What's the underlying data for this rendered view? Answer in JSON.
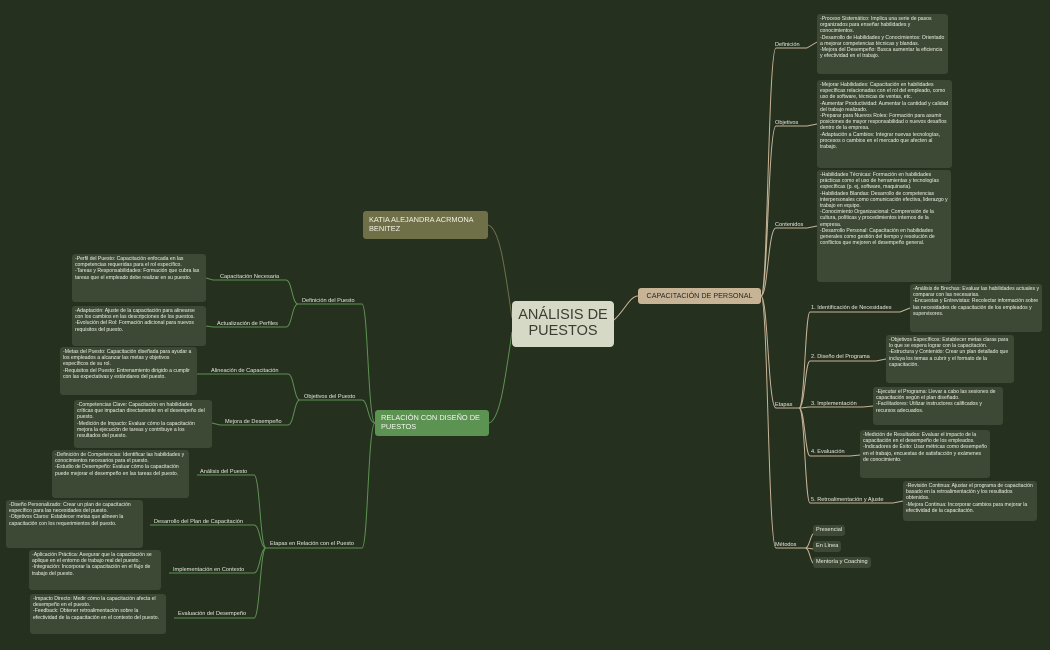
{
  "central": "ANÁLISIS DE PUESTOS",
  "author": "KATIA ALEJANDRA ACRMONA BENITEZ",
  "right": {
    "title": "CAPACITACIÓN DE PERSONAL",
    "definicion": {
      "label": "Definición",
      "text": "-Proceso Sistemático: Implica una serie de pasos organizados para enseñar habilidades y conocimientos.\n-Desarrollo de Habilidades y Conocimientos: Orientado a mejorar competencias técnicas y blandas.\n-Mejora del Desempeño: Busca aumentar la eficiencia y efectividad en el trabajo."
    },
    "objetivos": {
      "label": "Objetivos",
      "text": "-Mejorar Habilidades: Capacitación en habilidades específicas relacionadas con el rol del empleado, como uso de software, técnicas de ventas, etc.\n-Aumentar Productividad: Aumentar la cantidad y calidad del trabajo realizado.\n-Preparar para Nuevos Roles: Formación para asumir posiciones de mayor responsabilidad o nuevos desafíos dentro de la empresa.\n-Adaptación a Cambios: Integrar nuevas tecnologías, procesos o cambios en el mercado que afecten al trabajo."
    },
    "contenidos": {
      "label": "Contenidos",
      "text": "-Habilidades Técnicas: Formación en habilidades prácticas como el uso de herramientas y tecnologías específicas (p. ej, software, maquinaria).\n-Habilidades Blandas: Desarrollo de competencias interpersonales como comunicación efectiva, liderazgo y trabajo en equipo.\n-Conocimiento Organizacional: Comprensión de la cultura, políticas y procedimientos internos de la empresa.\n-Desarrollo Personal: Capacitación en habilidades generales como gestión del tiempo y resolución de conflictos que mejoren el desempeño general."
    },
    "etapas": {
      "label": "Etapas",
      "items": [
        {
          "label": "1. Identificación de Necesidades",
          "text": "-Análisis de Brechas: Evaluar las habilidades actuales y comparar con las necesarias.\n-Encuestas y Entrevistas: Recolectar información sobre las necesidades de capacitación de los empleados y supervisores."
        },
        {
          "label": "2. Diseño del Programa",
          "text": "-Objetivos Específicos: Establecer metas claras para lo que se espera lograr con la capacitación.\n-Estructura y Contenido: Crear un plan detallado que incluya los temas a cubrir y el formato de la capacitación."
        },
        {
          "label": "3. Implementación",
          "text": "-Ejecutar el Programa: Llevar a cabo las sesiones de capacitación según el plan diseñado.\n-Facilitadores: Utilizar instructores calificados y recursos adecuados."
        },
        {
          "label": "4. Evaluación",
          "text": "-Medición de Resultados: Evaluar el impacto de la capacitación en el desempeño de los empleados.\n-Indicadores de Éxito: Usar métricas como desempeño en el trabajo, encuestas de satisfacción y exámenes de conocimiento."
        },
        {
          "label": "5. Retroalimentación y Ajuste",
          "text": "-Revisión Continua: Ajustar el programa de capacitación basado en la retroalimentación y los resultados obtenidos.\n-Mejora Continua: Incorporar cambios para mejorar la efectividad de la capacitación."
        }
      ]
    },
    "metodos": {
      "label": "Métodos",
      "items": [
        "Presencial",
        "En Línea",
        "Mentoría y Coaching"
      ]
    }
  },
  "left": {
    "title": "RELACIÓN CON DISEÑO DE PUESTOS",
    "definicion_puesto": {
      "label": "Definición del Puesto",
      "capacitacion_necesaria": {
        "label": "Capacitación Necesaria",
        "text": "-Perfil del Puesto: Capacitación enfocada en las competencias requeridas para el rol específico.\n-Tareas y Responsabilidades: Formación que cubra las tareas que el empleado debe realizar en su puesto."
      },
      "actualizacion_perfiles": {
        "label": "Actualización de Perfiles",
        "text": "-Adaptación: Ajuste de la capacitación para alinearse con los cambios en las descripciones de los puestos.\n-Evolución del Rol: Formación adicional para nuevos requisitos del puesto."
      }
    },
    "objetivos_puesto": {
      "label": "Objetivos del Puesto",
      "alineacion": {
        "label": "Alineación de Capacitación",
        "text": "-Metas del Puesto: Capacitación diseñada para ayudar a los empleados a alcanzar las metas y objetivos específicos de su rol.\n-Requisitos del Puesto: Entrenamiento dirigido a cumplir con las expectativas y estándares del puesto."
      },
      "mejora": {
        "label": "Mejora de Desempeño",
        "text": "-Competencias Clave: Capacitación en habilidades críticas que impactan directamente en el desempeño del puesto.\n-Medición de Impacto: Evaluar cómo la capacitación mejora la ejecución de tareas y contribuye a los resultados del puesto."
      }
    },
    "etapas_relacion": {
      "label": "Etapas en Relación con el Puesto",
      "analisis": {
        "label": "Análisis del Puesto",
        "text": "-Definición de Competencias: Identificar las habilidades y conocimientos necesarios para el puesto.\n-Estudio de Desempeño: Evaluar cómo la capacitación puede mejorar el desempeño en las tareas del puesto."
      },
      "desarrollo": {
        "label": "Desarrollo del Plan de Capacitación",
        "text": "-Diseño Personalizado: Crear un plan de capacitación específico para las necesidades del puesto.\n-Objetivos Claros: Establecer metas que alineen la capacitación con los requerimientos del puesto."
      },
      "implementacion": {
        "label": "Implementación en Contexto",
        "text": "-Aplicación Práctica: Asegurar que la capacitación se aplique en el entorno de trabajo real del puesto.\n-Integración: Incorporar la capacitación en el flujo de trabajo del puesto."
      },
      "evaluacion": {
        "label": "Evaluación del Desempeño",
        "text": "-Impacto Directo: Medir cómo la capacitación afecta el desempeño en el puesto.\n-Feedback: Obtener retroalimentación sobre la efectividad de la capacitación en el contexto del puesto."
      }
    }
  }
}
